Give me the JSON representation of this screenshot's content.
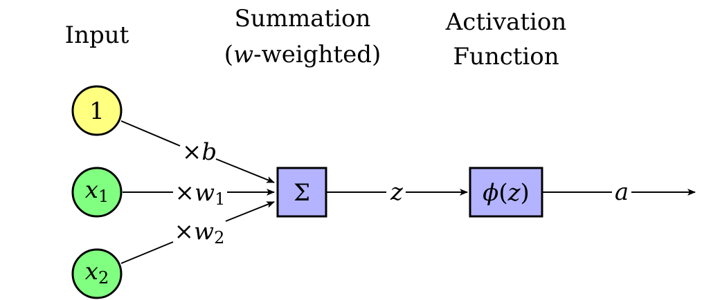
{
  "headers": {
    "input": "Input",
    "summation_line1": "Summation",
    "summation_line2_open": "(",
    "summation_line2_var": "w",
    "summation_line2_rest": "-weighted)",
    "activation_line1": "Activation",
    "activation_line2": "Function"
  },
  "nodes": {
    "bias": {
      "label": "1",
      "color": "#ffff80"
    },
    "x1": {
      "var": "x",
      "sub": "1",
      "color": "#80ff80"
    },
    "x2": {
      "var": "x",
      "sub": "2",
      "color": "#80ff80"
    },
    "sum": {
      "label": "Σ",
      "color": "#b3b3ff"
    },
    "activation": {
      "func": "ϕ",
      "open": "(",
      "arg": "z",
      "close": ")",
      "color": "#b3b3ff"
    }
  },
  "edges": {
    "bias_weight": {
      "times": "×",
      "var": "b"
    },
    "w1_weight": {
      "times": "×",
      "var": "w",
      "sub": "1"
    },
    "w2_weight": {
      "times": "×",
      "var": "w",
      "sub": "2"
    },
    "sum_out": {
      "var": "z"
    },
    "act_out": {
      "var": "a"
    }
  }
}
